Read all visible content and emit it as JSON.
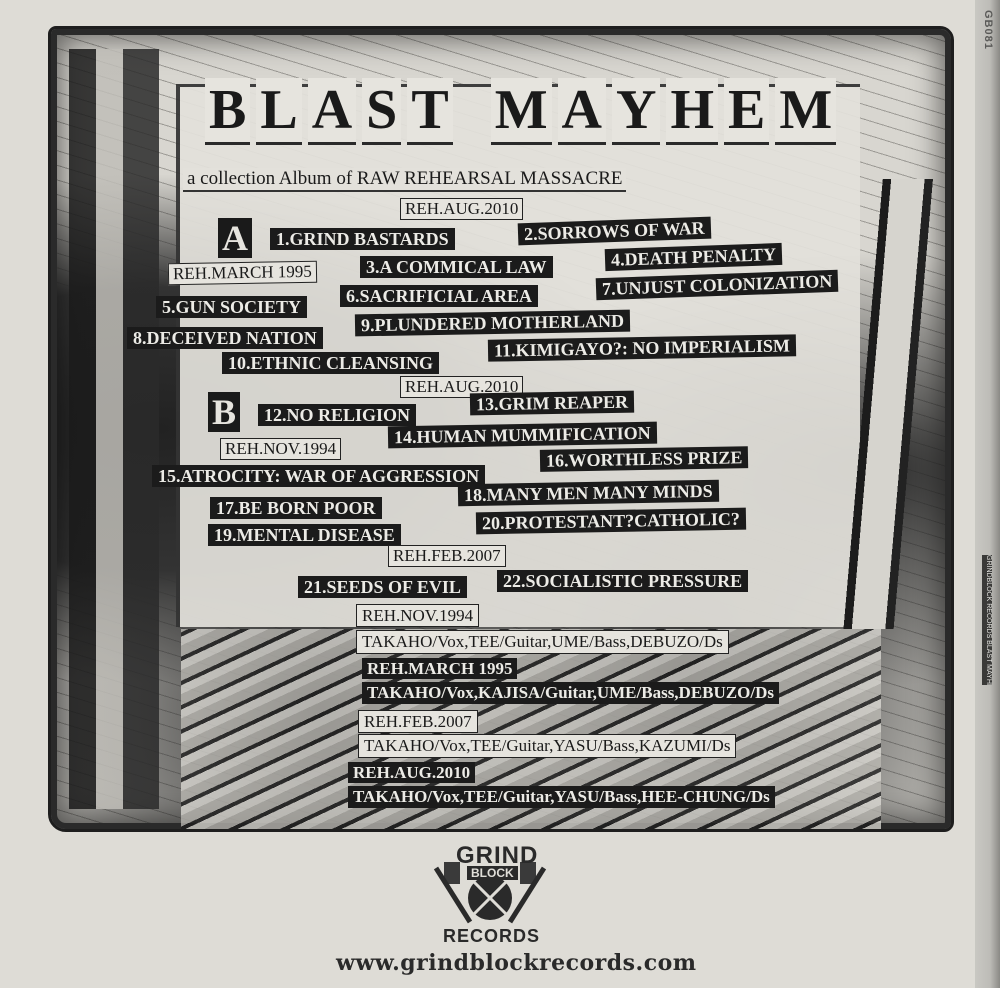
{
  "album": {
    "title_letters": [
      "B",
      "L",
      "A",
      "S",
      "T",
      " ",
      "M",
      "A",
      "Y",
      "H",
      "E",
      "M"
    ],
    "title": "BLAST MAYHEM",
    "subtitle": "a collection Album of RAW REHEARSAL  MASSACRE"
  },
  "spine": {
    "catalog": "GB081",
    "text": "GRINDBLOCK RECORDS  BLAST MAYHEM"
  },
  "side_a": {
    "letter": "A",
    "sessions": [
      {
        "label": "REH.AUG.2010"
      },
      {
        "label": "REH.MARCH 1995"
      }
    ],
    "tracks": [
      "1.GRIND BASTARDS",
      "2.SORROWS OF WAR",
      "3.A COMMICAL LAW",
      "4.DEATH PENALTY",
      "5.GUN SOCIETY",
      "6.SACRIFICIAL AREA",
      "7.UNJUST COLONIZATION",
      "8.DECEIVED NATION",
      "9.PLUNDERED MOTHERLAND",
      "10.ETHNIC CLEANSING",
      "11.KIMIGAYO?: NO IMPERIALISM"
    ]
  },
  "side_b": {
    "letter": "B",
    "sessions": [
      {
        "label": "REH.AUG.2010"
      },
      {
        "label": "REH.NOV.1994"
      },
      {
        "label": "REH.FEB.2007"
      }
    ],
    "tracks": [
      "12.NO RELIGION",
      "13.GRIM REAPER",
      "14.HUMAN MUMMIFICATION",
      "15.ATROCITY: WAR OF AGGRESSION",
      "16.WORTHLESS PRIZE",
      "17.BE BORN POOR",
      "18.MANY MEN MANY MINDS",
      "19.MENTAL DISEASE",
      "20.PROTESTANT?CATHOLIC?",
      "21.SEEDS OF EVIL",
      "22.SOCIALISTIC PRESSURE"
    ]
  },
  "lineups": [
    {
      "session": "REH.NOV.1994",
      "members": "TAKAHO/Vox,TEE/Guitar,UME/Bass,DEBUZO/Ds"
    },
    {
      "session": "REH.MARCH 1995",
      "members": "TAKAHO/Vox,KAJISA/Guitar,UME/Bass,DEBUZO/Ds"
    },
    {
      "session": "REH.FEB.2007",
      "members": "TAKAHO/Vox,TEE/Guitar,YASU/Bass,KAZUMI/Ds"
    },
    {
      "session": "REH.AUG.2010",
      "members": "TAKAHO/Vox,TEE/Guitar,YASU/Bass,HEE-CHUNG/Ds"
    }
  ],
  "label": {
    "logo_top": "GRIND",
    "logo_middle": "BLOCK",
    "logo_bottom": "RECORDS",
    "url": "www.grindblockrecords.com"
  },
  "colors": {
    "paper": "#dedcd6",
    "ink": "#1b1b1b",
    "strip_text": "#ecebe6"
  }
}
